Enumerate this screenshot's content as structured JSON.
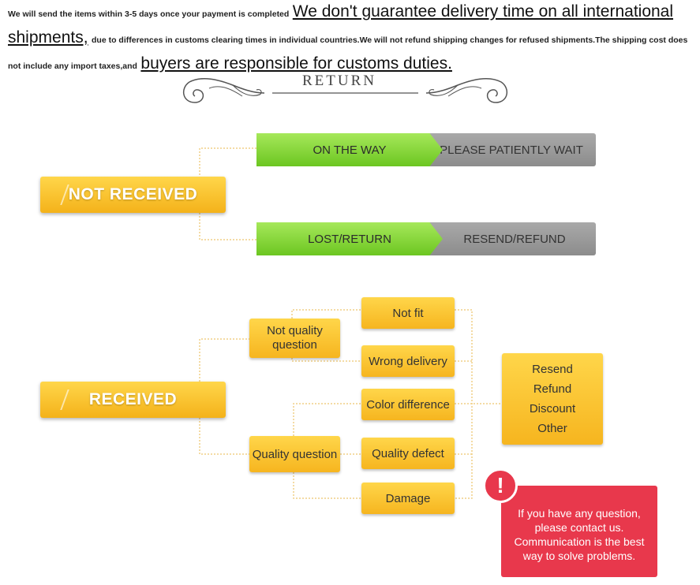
{
  "notice": {
    "s1": "We will send the items within 3-5 days once your payment is completed",
    "b1": "We don't guarantee delivery time on all international shipments,",
    "s2": "due to differences in customs clearing times in individual countries.We will not refund shipping changes for refused shipments.The shipping cost does not include any import taxes,and",
    "b2": "buyers are responsible for customs duties."
  },
  "return_title": "RETURN",
  "not_received": {
    "label": "NOT RECEIVED",
    "branch1": {
      "green": "ON THE WAY",
      "gray": "PLEASE PATIENTLY WAIT"
    },
    "branch2": {
      "green": "LOST/RETURN",
      "gray": "RESEND/REFUND"
    }
  },
  "received": {
    "label": "RECEIVED",
    "not_quality": "Not quality question",
    "quality": "Quality question",
    "items": [
      "Not fit",
      "Wrong delivery",
      "Color difference",
      "Quality defect",
      "Damage"
    ],
    "options": [
      "Resend",
      "Refund",
      "Discount",
      "Other"
    ]
  },
  "alert": {
    "icon": "!",
    "lines": [
      "If you have any question,",
      "please contact us.",
      "Communication is the best",
      "way to solve problems."
    ]
  },
  "colors": {
    "yellow": "#f9c22e",
    "green": "#7fd234",
    "gray": "#999999",
    "red": "#e8384c"
  }
}
